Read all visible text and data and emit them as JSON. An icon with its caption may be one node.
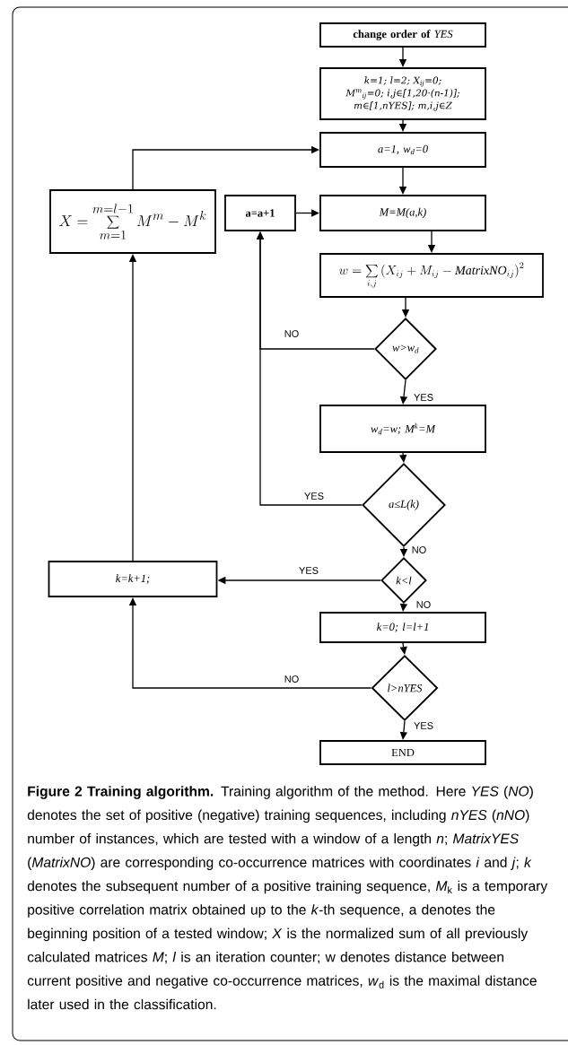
{
  "diagram": {
    "caption": "**Figure 2 Training algorithm.** Training algorithm of the method. Here *YES* (*NO*) denotes the set of positive (negative) training sequences, including *nYES* (*nNO*) number of instances, which are tested with a window of a length *n*; *MatrixYES* (*MatrixNO*) are corresponding co-occurrence matrices with coordinates *i* and *j*; *k* denotes the subsequent number of a positive training sequence, *M*$_{k}$ is a temporary positive correlation matrix obtained up to the *k*-th sequence, a denotes the beginning position of a tested window; *X* is the normalized sum of all previously calculated matrices *M*; *l* is an iteration counter; w denotes distance between current positive and negative co-occurrence matrices, *w*$_{d}$ is the maximal distance later used in the classification.",
    "nodes": [
      {
        "text": [
          "**change order of** *YES*"
        ]
      },
      {
        "text": [
          "k=1; l=2; X$_{ij}$=0; M$^{m}$$_{ij}$=0; i,j∈[1,20·(n-1)]; m∈[1,nYES]; m,i,j∈Z"
        ]
      },
      {
        "text": [
          "a=1, w$_{d}$=0"
        ]
      },
      {
        "text": [
          "X = \\sum_{m=1}^{m=l-1} M^{m} - M^{k}"
        ]
      },
      {
        "text": [
          "a=a+1"
        ]
      },
      {
        "text": [
          "M=M(a,k)"
        ]
      },
      {
        "text": [
          "w = \\sum_{i,j} \\left( X_{ij} + M_{ij} - \\mathit{MatrixNO}_{ij} \\right)^{2}"
        ]
      },
      {
        "text": [
          "w>w$_{d}$"
        ]
      },
      {
        "text": [
          "w$_{d}$=w; M$^{k}$=M"
        ]
      },
      {
        "text": [
          "a≤L(k)"
        ]
      },
      {
        "text": [
          "k<l"
        ]
      },
      {
        "text": [
          "k=k+1;"
        ]
      },
      {
        "text": [
          "k=0; l=l+1"
        ]
      },
      {
        "text": [
          "l>nYES"
        ]
      },
      {
        "text": [
          "END"
        ]
      }
    ],
    "edges": [
      {
        "from": 0,
        "to": 1,
        "arrow": "to"
      },
      {
        "from": 1,
        "to": 2,
        "arrow": "to"
      },
      {
        "from": 2,
        "to": 5,
        "arrow": "to"
      },
      {
        "from": 4,
        "to": 5,
        "arrow": "to"
      },
      {
        "from": 5,
        "to": 6,
        "arrow": "to"
      },
      {
        "from": 6,
        "to": 7,
        "arrow": "to"
      },
      {
        "from": 7,
        "to": 4,
        "arrow": "to",
        "label": "NO"
      },
      {
        "from": 7,
        "to": 8,
        "arrow": "to",
        "label": "YES"
      },
      {
        "from": 8,
        "to": 9,
        "arrow": "to"
      },
      {
        "from": 9,
        "to": 4,
        "arrow": "to",
        "label": "YES"
      },
      {
        "from": 9,
        "to": 10,
        "arrow": "to",
        "label": "NO"
      },
      {
        "from": 10,
        "to": 11,
        "arrow": "to",
        "label": "YES"
      },
      {
        "from": 10,
        "to": 12,
        "arrow": "to",
        "label": "NO"
      },
      {
        "from": 12,
        "to": 13,
        "arrow": "to"
      },
      {
        "from": 13,
        "to": 11,
        "arrow": "to",
        "label": "NO"
      },
      {
        "from": 13,
        "to": 14,
        "arrow": "to",
        "label": "YES"
      },
      {
        "from": 11,
        "to": 3,
        "arrow": "to"
      },
      {
        "from": 3,
        "to": 2,
        "arrow": "to"
      }
    ]
  }
}
